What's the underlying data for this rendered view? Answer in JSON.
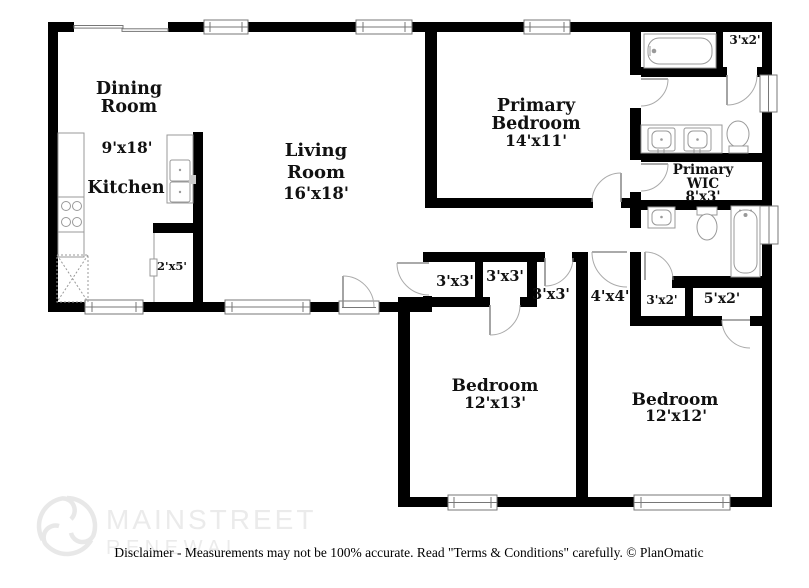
{
  "colors": {
    "wall": "#000000",
    "fixture_line": "#999999",
    "door_arc": "#aaaaaa",
    "label_text": "#111111",
    "watermark_gray": "#ebebeb"
  },
  "rooms": {
    "dining": {
      "name_line1": "Dining",
      "name_line2": "Room",
      "dims": "9'x18'"
    },
    "kitchen": {
      "name": "Kitchen"
    },
    "kitchen_closet": {
      "dims": "2'x5'"
    },
    "living": {
      "name_line1": "Living",
      "name_line2": "Room",
      "dims": "16'x18'"
    },
    "primary_bedroom": {
      "name_line1": "Primary",
      "name_line2": "Bedroom",
      "dims": "14'x11'"
    },
    "primary_bath_closet": {
      "dims": "3'x2'"
    },
    "primary_wic": {
      "name_line1": "Primary",
      "name_line2": "WIC",
      "dims": "8'x3'"
    },
    "closet_a": {
      "dims": "3'x3'"
    },
    "closet_b": {
      "dims": "3'x3'"
    },
    "hall_small": {
      "dims": "3'x3'"
    },
    "hall_large": {
      "dims": "4'x4'"
    },
    "closet_c": {
      "dims": "3'x2'"
    },
    "closet_d": {
      "dims": "5'x2'"
    },
    "bedroom_2": {
      "name": "Bedroom",
      "dims": "12'x13'"
    },
    "bedroom_3": {
      "name": "Bedroom",
      "dims": "12'x12'"
    }
  },
  "watermark": {
    "line1": "MAINSTREET",
    "line2": "RENEWAL"
  },
  "footer": {
    "disclaimer": "Disclaimer - Measurements may not be 100% accurate. Read \"Terms & Conditions\" carefully. © PlanOmatic"
  }
}
